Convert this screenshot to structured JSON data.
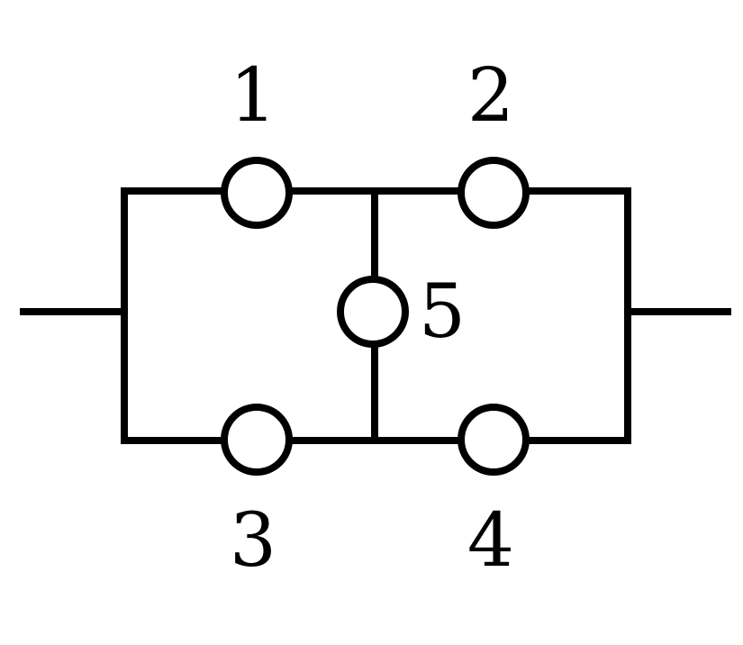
{
  "diagram": {
    "nodes": [
      {
        "id": "1",
        "label": "1"
      },
      {
        "id": "2",
        "label": "2"
      },
      {
        "id": "3",
        "label": "3"
      },
      {
        "id": "4",
        "label": "4"
      },
      {
        "id": "5",
        "label": "5"
      }
    ],
    "edges": [
      [
        "input",
        "1"
      ],
      [
        "input",
        "3"
      ],
      [
        "1",
        "2"
      ],
      [
        "3",
        "4"
      ],
      [
        "1",
        "5"
      ],
      [
        "5",
        "3"
      ],
      [
        "2",
        "output"
      ],
      [
        "4",
        "output"
      ]
    ],
    "colors": {
      "line": "#000000",
      "background": "#ffffff"
    }
  }
}
